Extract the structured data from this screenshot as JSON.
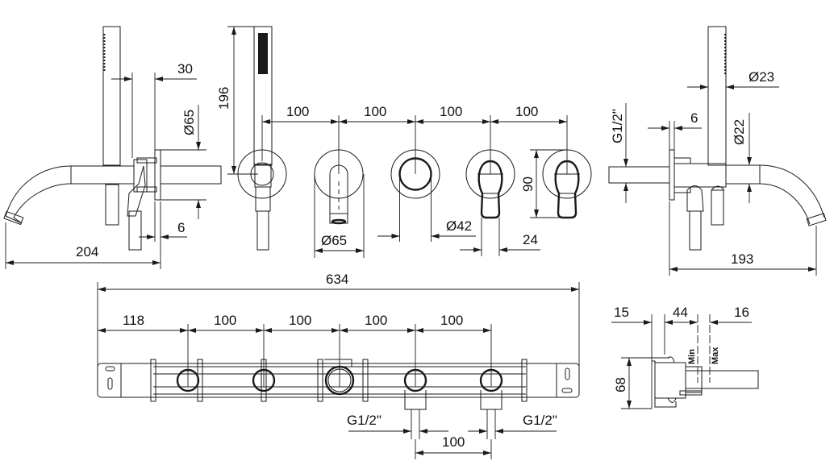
{
  "drawing": {
    "type": "technical-dimension-drawing",
    "subject": "wall-mounted bath/shower mixer set with hand shower and concealed body",
    "units": "mm"
  },
  "views": {
    "left_side": {
      "labels": {
        "width_30": "30",
        "dia_65": "Ø65",
        "thick_6": "6",
        "projection_204": "204"
      }
    },
    "front": {
      "labels": {
        "height_196": "196",
        "spacing_1": "100",
        "spacing_2": "100",
        "spacing_3": "100",
        "spacing_4": "100",
        "rosette_dia_65": "Ø65",
        "knob_dia_42": "Ø42",
        "lever_width_24": "24",
        "rosette_height_90": "90"
      }
    },
    "right_side": {
      "labels": {
        "dia_23": "Ø23",
        "thread": "G1/2\"",
        "thick_6": "6",
        "dia_22": "Ø22",
        "projection_193": "193"
      }
    },
    "concealed_body": {
      "labels": {
        "total_634": "634",
        "offset_118": "118",
        "spacing_1": "100",
        "spacing_2": "100",
        "spacing_3": "100",
        "spacing_4": "100",
        "thread_left": "G1/2\"",
        "thread_right": "G1/2\"",
        "inlet_spacing_100": "100"
      }
    },
    "section": {
      "labels": {
        "depth_15": "15",
        "depth_44": "44",
        "depth_16": "16",
        "height_68": "68",
        "min": "Min",
        "max": "Max"
      }
    }
  }
}
